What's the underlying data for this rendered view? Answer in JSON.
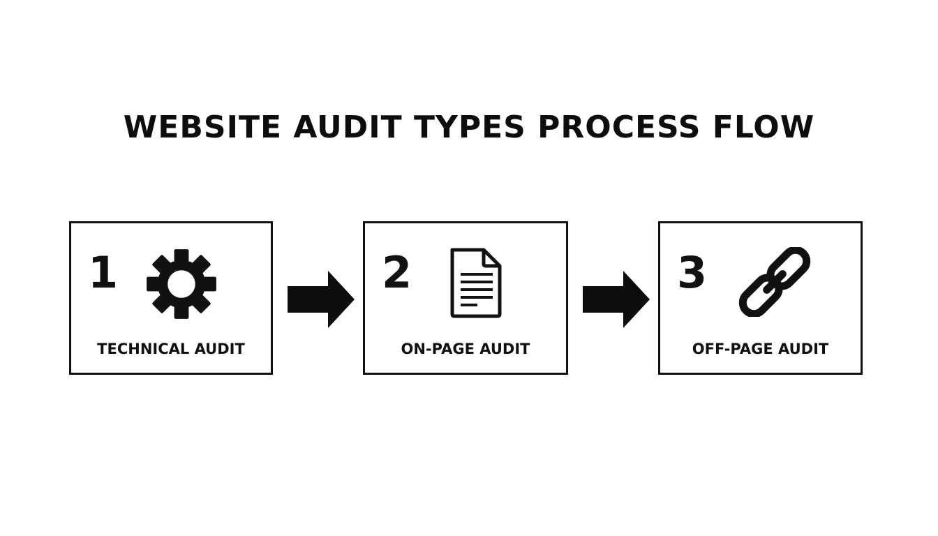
{
  "diagram": {
    "title": "WEBSITE AUDIT TYPES PROCESS FLOW",
    "steps": [
      {
        "number": "1",
        "label": "TECHNICAL AUDIT",
        "icon": "gear-icon"
      },
      {
        "number": "2",
        "label": "ON-PAGE AUDIT",
        "icon": "document-icon"
      },
      {
        "number": "3",
        "label": "OFF-PAGE AUDIT",
        "icon": "link-icon"
      }
    ],
    "connectors": [
      {
        "from": "1",
        "to": "2",
        "icon": "arrow-right-icon"
      },
      {
        "from": "2",
        "to": "3",
        "icon": "arrow-right-icon"
      }
    ],
    "colors": {
      "background": "#ffffff",
      "foreground": "#111111"
    }
  }
}
